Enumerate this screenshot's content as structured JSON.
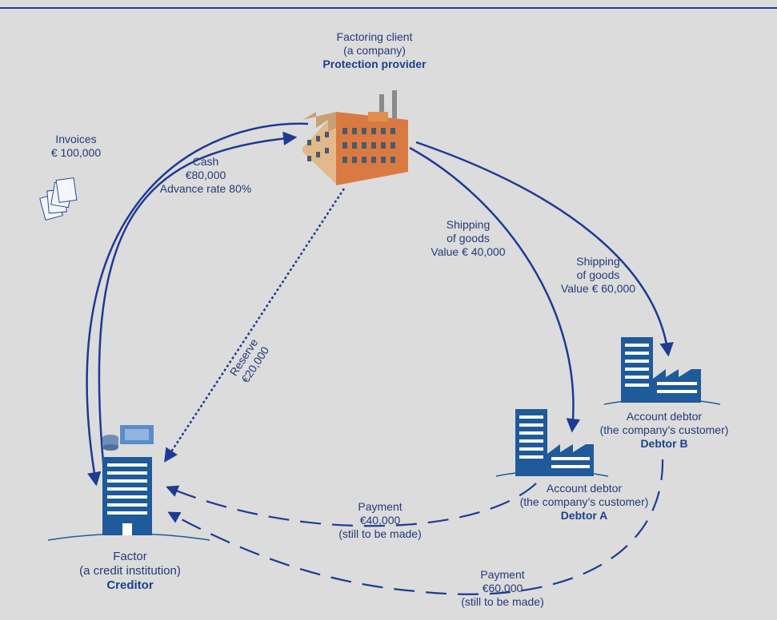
{
  "colors": {
    "arrow": "#1f3a93",
    "building": "#1f5a9a",
    "background": "#dcdcdc"
  },
  "client": {
    "line1": "Factoring client",
    "line2": "(a company)",
    "role": "Protection provider"
  },
  "invoices": {
    "line1": "Invoices",
    "line2": "€ 100,000"
  },
  "cash": {
    "line1": "Cash",
    "line2": "€80,000",
    "line3": "Advance rate 80%"
  },
  "shipping_a": {
    "line1": "Shipping",
    "line2": "of goods",
    "line3": "Value € 40,000"
  },
  "shipping_b": {
    "line1": "Shipping",
    "line2": "of goods",
    "line3": "Value € 60,000"
  },
  "reserve": {
    "line1": "Reserve",
    "line2": "€20,000"
  },
  "debtor_b": {
    "line1": "Account debtor",
    "line2": "(the company’s customer)",
    "role": "Debtor B"
  },
  "debtor_a": {
    "line1": "Account debtor",
    "line2": "(the company’s customer)",
    "role": "Debtor A"
  },
  "payment_a": {
    "line1": "Payment",
    "line2": "€40,000",
    "line3": "(still to be made)"
  },
  "payment_b": {
    "line1": "Payment",
    "line2": "€60,000",
    "line3": "(still to be made)"
  },
  "factor": {
    "line1": "Factor",
    "line2": "(a credit institution)",
    "role": "Creditor"
  }
}
